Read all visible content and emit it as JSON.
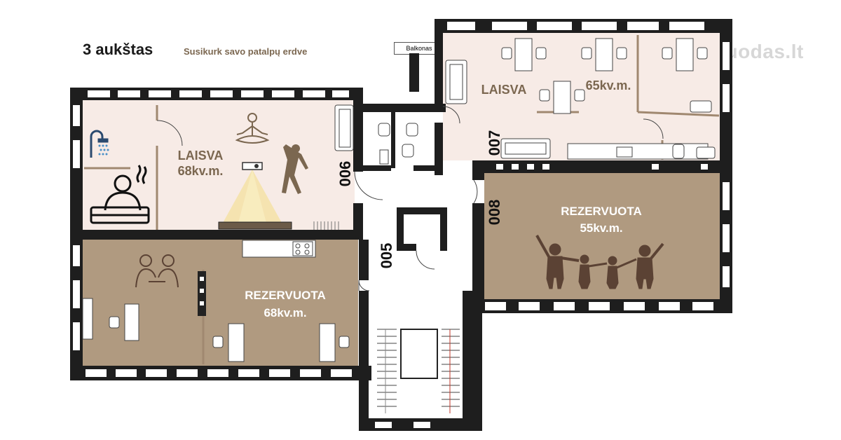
{
  "header": {
    "title": "3 aukštas",
    "subtitle": "Susikurk savo patalpų erdve",
    "watermark": "aruodas.lt"
  },
  "balcony_label": "Balkonas",
  "rooms": [
    {
      "id": "room-006",
      "number": "006",
      "status": "LAISVA",
      "area": "68kv.m.",
      "fill": "#f7ebe6"
    },
    {
      "id": "room-007",
      "number": "007",
      "status": "LAISVA",
      "area": "65kv.m.",
      "fill": "#f7ebe6"
    },
    {
      "id": "room-005",
      "number": "005",
      "status": "REZERVUOTA",
      "area": "68kv.m.",
      "fill": "#b09a80"
    },
    {
      "id": "room-008",
      "number": "008",
      "status": "REZERVUOTA",
      "area": "55kv.m.",
      "fill": "#b09a80"
    }
  ],
  "colors": {
    "wall": "#1e1e1e",
    "free_room": "#f7ebe6",
    "reserved_room": "#b09a80",
    "accent_brown": "#7b6750",
    "silhouette": "#5b4234"
  },
  "icons": [
    "shower-icon",
    "sauna-icon",
    "yoga-icon",
    "stretch-icon",
    "projector-icon",
    "handshake-icon",
    "family-icon",
    "toilet-icon",
    "sink-icon",
    "sofa-icon",
    "desk-icon",
    "chair-icon",
    "stove-icon",
    "stairs-icon"
  ]
}
